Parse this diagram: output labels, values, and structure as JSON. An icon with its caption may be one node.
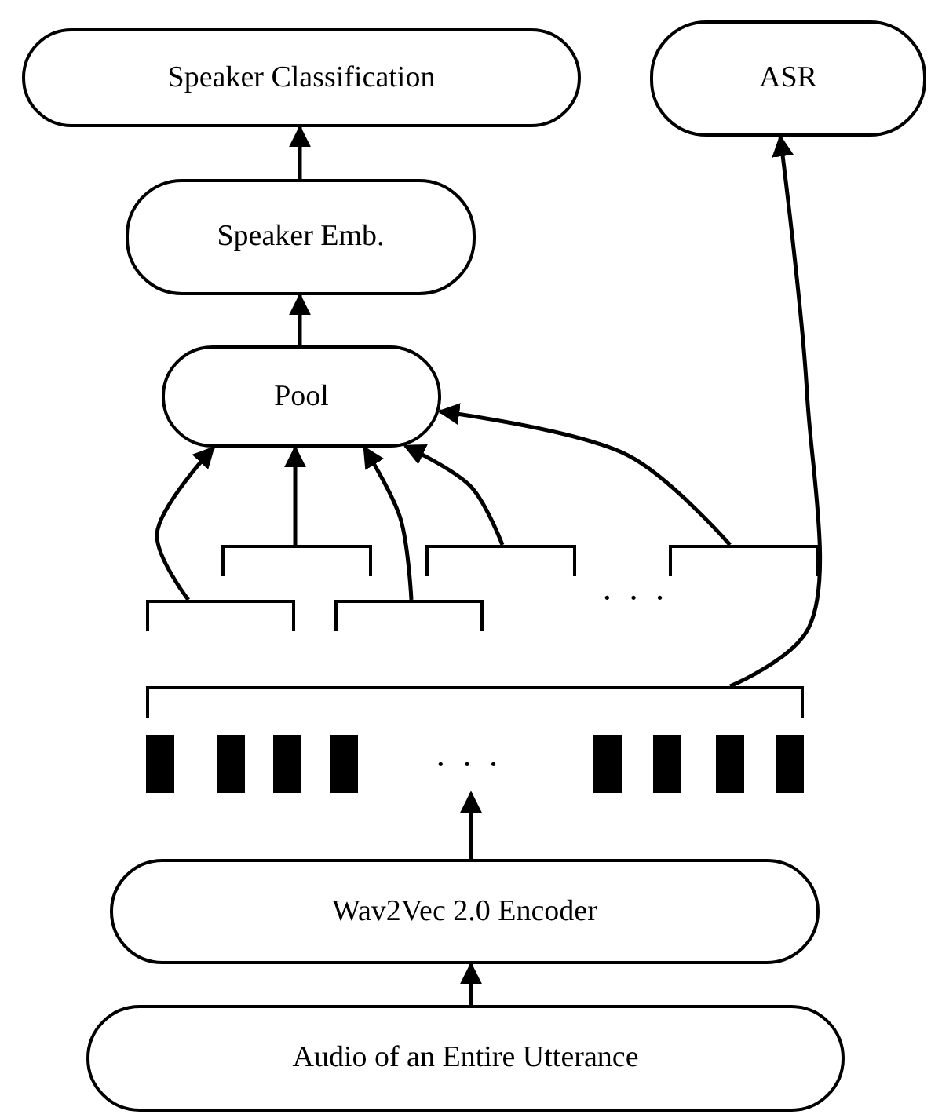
{
  "diagram": {
    "nodes": [
      {
        "text": [
          "Speaker Classification"
        ]
      },
      {
        "text": [
          "ASR"
        ]
      },
      {
        "text": [
          "Speaker Emb."
        ]
      },
      {
        "text": [
          "Pool"
        ]
      },
      {
        "text": [],
        "shape": "bracket"
      },
      {
        "text": [],
        "shape": "bracket"
      },
      {
        "text": [],
        "shape": "bracket"
      },
      {
        "text": [],
        "shape": "bracket"
      },
      {
        "text": [],
        "shape": "bracket"
      },
      {
        "text": [],
        "shape": "bracket"
      },
      {
        "text": [],
        "shape": "bar"
      },
      {
        "text": [
          "Wav2Vec 2.0 Encoder"
        ]
      },
      {
        "text": [
          "Audio of an Entire Utterance"
        ]
      }
    ],
    "edges": [
      {
        "from": 2,
        "to": 0,
        "arrow": "to"
      },
      {
        "from": 3,
        "to": 2,
        "arrow": "to"
      },
      {
        "from": 7,
        "to": 3,
        "arrow": "to"
      },
      {
        "from": 4,
        "to": 3,
        "arrow": "to"
      },
      {
        "from": 8,
        "to": 3,
        "arrow": "to"
      },
      {
        "from": 5,
        "to": 3,
        "arrow": "to"
      },
      {
        "from": 6,
        "to": 3,
        "arrow": "to"
      },
      {
        "from": 9,
        "to": 1,
        "arrow": "to"
      },
      {
        "from": 11,
        "to": 10,
        "arrow": "to"
      },
      {
        "from": 12,
        "to": 11,
        "arrow": "to"
      }
    ],
    "labels": [
      "· · ·",
      "· · ·"
    ]
  }
}
